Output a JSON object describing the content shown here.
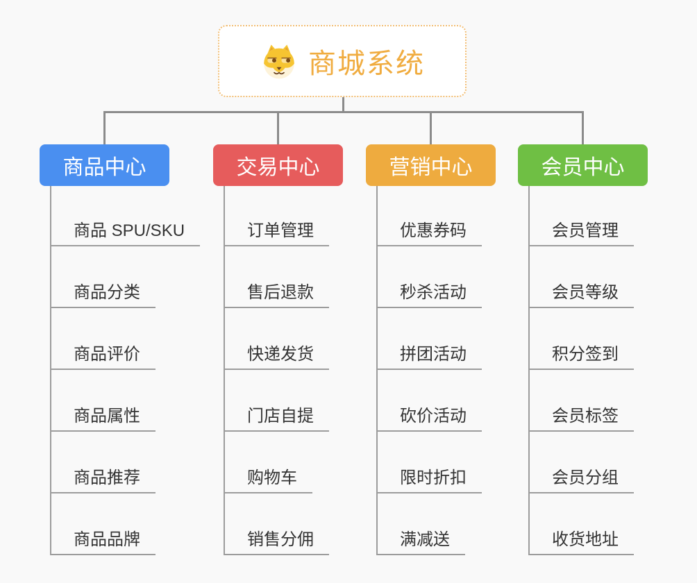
{
  "root": {
    "label": "商城系统",
    "icon": "shiba-dog-icon"
  },
  "colors": {
    "background": "#f9f9f9",
    "root_border": "#f2bd72",
    "root_text": "#f0ac40",
    "connector_line": "#8b8b8b",
    "item_line": "#9c9c9c",
    "item_text": "#333333"
  },
  "branches": [
    {
      "label": "商品中心",
      "color": "#4a8ff0",
      "items": [
        "商品 SPU/SKU",
        "商品分类",
        "商品评价",
        "商品属性",
        "商品推荐",
        "商品品牌"
      ]
    },
    {
      "label": "交易中心",
      "color": "#e65c5c",
      "items": [
        "订单管理",
        "售后退款",
        "快递发货",
        "门店自提",
        "购物车",
        "销售分佣"
      ]
    },
    {
      "label": "营销中心",
      "color": "#eeab3f",
      "items": [
        "优惠券码",
        "秒杀活动",
        "拼团活动",
        "砍价活动",
        "限时折扣",
        "满减送"
      ]
    },
    {
      "label": "会员中心",
      "color": "#6fbf44",
      "items": [
        "会员管理",
        "会员等级",
        "积分签到",
        "会员标签",
        "会员分组",
        "收货地址"
      ]
    }
  ]
}
